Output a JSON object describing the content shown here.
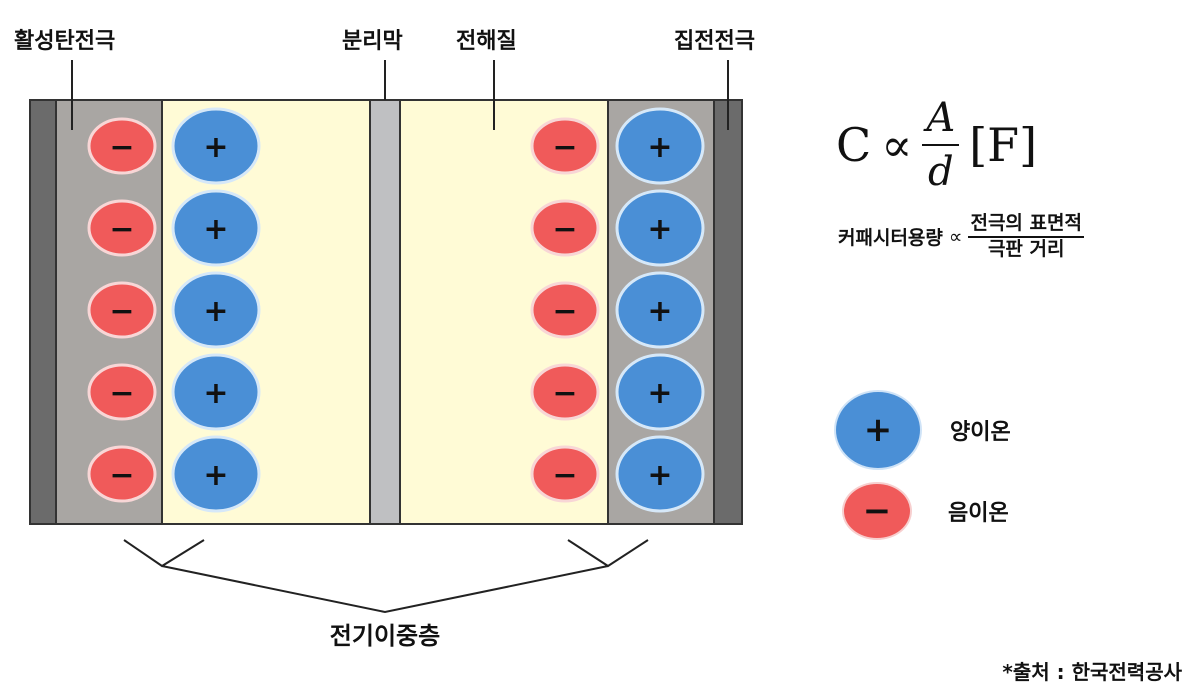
{
  "labels": {
    "active_carbon_electrode": "활성탄전극",
    "separator": "분리막",
    "electrolyte": "전해질",
    "current_collector": "집전전극",
    "electric_double_layer": "전기이중층"
  },
  "formula": {
    "lhs": "C",
    "prop": "∝",
    "numerator": "A",
    "denominator": "d",
    "unit": "[F]",
    "korean_lhs": "커패시터용량",
    "korean_prop": "∝",
    "korean_numerator": "전극의 표면적",
    "korean_denominator": "극판 거리"
  },
  "ions": {
    "positive_sign": "+",
    "negative_sign": "−",
    "rows": 5
  },
  "legend": {
    "positive_sign": "+",
    "positive_label": "양이온",
    "negative_sign": "−",
    "negative_label": "음이온"
  },
  "source": "*출처 : 한국전력공사",
  "colors": {
    "positive_ion": "#4a8fd6",
    "negative_ion": "#f05a5a",
    "electrolyte": "#fffbd6",
    "electrode": "#a9a6a3",
    "collector": "#6b6b6b",
    "separator": "#bfc0c2"
  }
}
